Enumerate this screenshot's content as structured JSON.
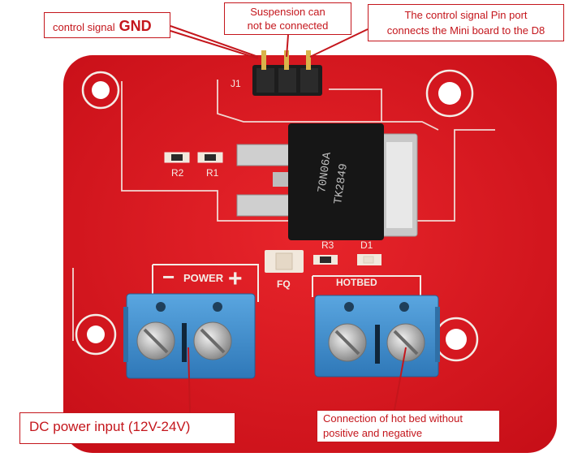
{
  "callouts": {
    "gnd": {
      "prefix": "control signal",
      "emphasis": "GND"
    },
    "suspension": {
      "line1": "Suspension can",
      "line2": "not be connected"
    },
    "pin_port": {
      "line1": "The control signal Pin port",
      "line2": "connects the Mini board to the D8"
    },
    "dc_power": {
      "text": "DC power input (12V-24V)"
    },
    "hotbed": {
      "line1": "Connection of hot bed without",
      "line2": "positive and negative"
    }
  },
  "board": {
    "header_label": "J1",
    "resistor_r1": "R1",
    "resistor_r2": "R2",
    "resistor_r3": "R3",
    "diode_d1": "D1",
    "fuse_label": "FQ",
    "power_label": "POWER",
    "power_minus": "−",
    "power_plus": "+",
    "hotbed_label": "HOTBED",
    "mosfet_marking_1": "70N06A",
    "mosfet_marking_2": "TK2849"
  },
  "colors": {
    "pcb": "#d8161e",
    "silkscreen": "#f4ece6",
    "terminal": "#3f8fcf",
    "callout": "#c4161c"
  }
}
